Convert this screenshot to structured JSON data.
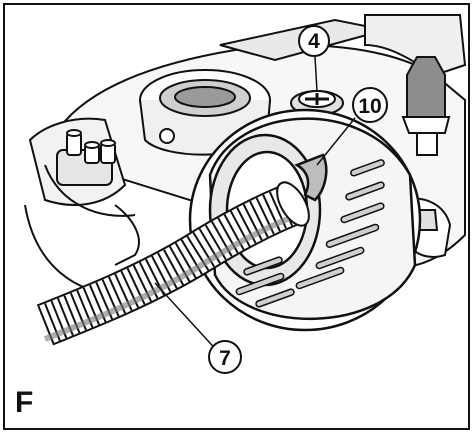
{
  "panel_letter": "F",
  "callouts": {
    "c4": "4",
    "c10": "10",
    "c7": "7"
  },
  "colors": {
    "line": "#111111",
    "shade": "#8a8a8a",
    "light": "#dcdcdc",
    "background": "#ffffff"
  }
}
